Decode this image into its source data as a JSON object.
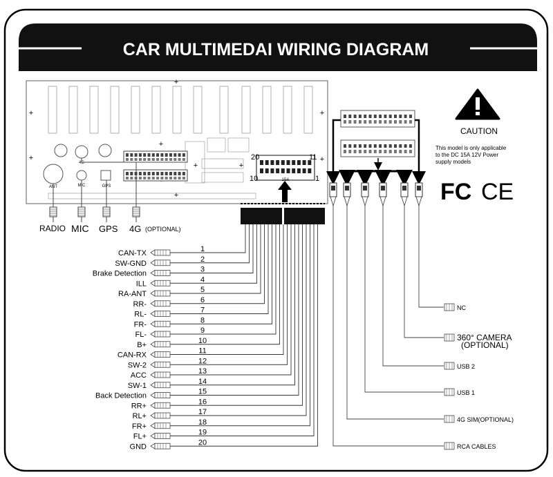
{
  "title": "CAR MULTIMEDAI WIRING DIAGRAM",
  "antenna_labels": {
    "4g": "4G",
    "ant": "ANT",
    "mic": "MIC",
    "gps": "GPS"
  },
  "bottom_ports": {
    "radio": "RADIO",
    "mic": "MIC",
    "gps": "GPS",
    "fourg": "4G",
    "fourg_note": "(OPTIONAL)"
  },
  "connector_labels": {
    "top_left": "20",
    "top_right": "11",
    "bottom_left": "10",
    "bottom_right": "1",
    "center": "15A"
  },
  "caution": {
    "title": "CAUTION",
    "lines": [
      "This model is only applicable",
      "to the  DC  15A  12V Power",
      "supply models"
    ]
  },
  "certs": {
    "fc": "FC",
    "ce": "CE"
  },
  "pins": [
    {
      "num": "1",
      "label": "CAN-TX"
    },
    {
      "num": "2",
      "label": "SW-GND"
    },
    {
      "num": "3",
      "label": "Brake Detection"
    },
    {
      "num": "4",
      "label": "ILL"
    },
    {
      "num": "5",
      "label": "RA-ANT"
    },
    {
      "num": "6",
      "label": "RR-"
    },
    {
      "num": "7",
      "label": "RL-"
    },
    {
      "num": "8",
      "label": "FR-"
    },
    {
      "num": "9",
      "label": "FL-"
    },
    {
      "num": "10",
      "label": "B+"
    },
    {
      "num": "11",
      "label": "CAN-RX"
    },
    {
      "num": "12",
      "label": "SW-2"
    },
    {
      "num": "13",
      "label": "ACC"
    },
    {
      "num": "14",
      "label": "SW-1"
    },
    {
      "num": "15",
      "label": "Back Detection"
    },
    {
      "num": "16",
      "label": "RR+"
    },
    {
      "num": "17",
      "label": "RL+"
    },
    {
      "num": "18",
      "label": "FR+"
    },
    {
      "num": "19",
      "label": "FL+"
    },
    {
      "num": "20",
      "label": "GND"
    }
  ],
  "right_ports": [
    {
      "label": "NC",
      "note": ""
    },
    {
      "label": "360° CAMERA",
      "note": "(OPTIONAL)"
    },
    {
      "label": "USB 2",
      "note": ""
    },
    {
      "label": "USB 1",
      "note": ""
    },
    {
      "label": "4G SIM(OPTIONAL)",
      "note": ""
    },
    {
      "label": "RCA CABLES",
      "note": ""
    }
  ]
}
